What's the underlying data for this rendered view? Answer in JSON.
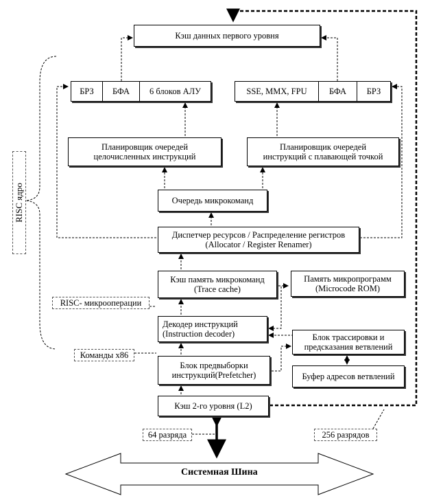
{
  "l1_cache": "Кэш данных первого уровня",
  "int_units": [
    "БРЗ",
    "БФА",
    "6 блоков АЛУ"
  ],
  "fp_units": [
    "SSE, MMX, FPU",
    "БФА",
    "БРЗ"
  ],
  "int_scheduler": [
    "Планировщик очередей",
    "целочисленных инструкций"
  ],
  "fp_scheduler": [
    "Планировщик  очередей",
    "инструкций с плавающей точкой"
  ],
  "uop_queue": "Очередь микрокоманд",
  "allocator": [
    "Диспетчер ресурсов / Распределение регистров",
    "(Allocator / Register Renamer)"
  ],
  "trace_cache": [
    "Кэш память микрокоманд",
    "(Trace cache)"
  ],
  "microcode_rom": [
    "Память микропрограмм",
    "(Microcode ROM)"
  ],
  "risc_ops": "RISC- микрооперации",
  "decoder": [
    "Декодер инструкций",
    "(Instruction decoder)"
  ],
  "branch_pred": [
    "Блок трассировки и",
    "предсказания ветвлений"
  ],
  "x86_cmds": "Команды х86",
  "prefetcher": [
    "Блок предвыборки",
    "инструкций(Prefetcher)"
  ],
  "btb": "Буфер адресов ветвлений",
  "l2_cache": "Кэш 2-го уровня (L2)",
  "bits64": "64 разряда",
  "bits256": "256 разрядов",
  "system_bus": "Системная Шина",
  "risc_core": "RISC ядро"
}
